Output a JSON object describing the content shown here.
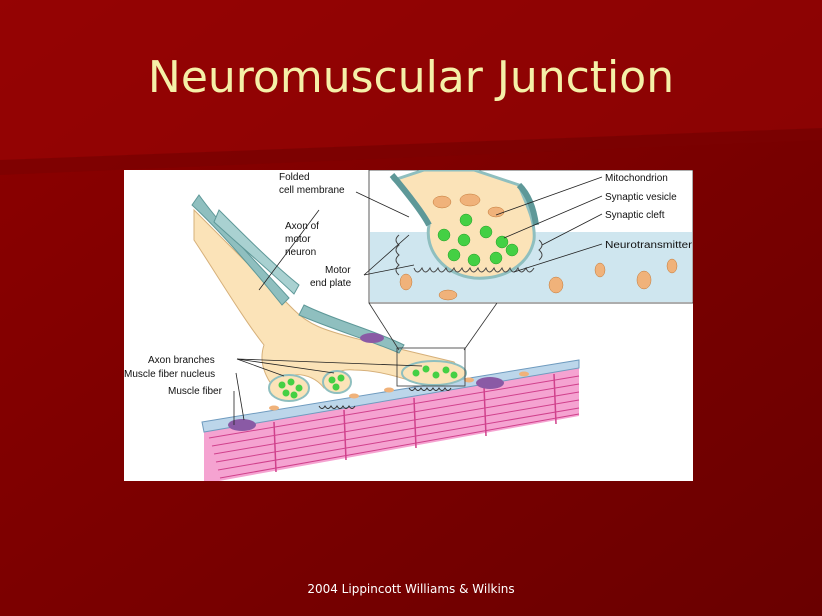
{
  "slide": {
    "title": "Neuromuscular Junction",
    "footer": "2004 Lippincott Williams & Wilkins"
  },
  "diagram": {
    "labels": {
      "folded_cell_membrane": [
        "Folded",
        "cell membrane"
      ],
      "axon_of_motor_neuron": [
        "Axon of",
        "motor",
        "neuron"
      ],
      "motor_end_plate": [
        "Motor",
        "end plate"
      ],
      "axon_branches": "Axon branches",
      "muscle_fiber_nucleus": "Muscle fiber nucleus",
      "muscle_fiber": "Muscle fiber",
      "mitochondrion": "Mitochondrion",
      "synaptic_vesicle": "Synaptic vesicle",
      "synaptic_cleft": "Synaptic cleft",
      "neurotransmitter": "Neurotransmitter"
    }
  },
  "colors": {
    "background": "#7a0000",
    "title": "#f5f0a8",
    "axon": "#fbe3b8",
    "myelin": "#8fbfbf",
    "vesicle": "#44d044",
    "muscle": "#f5a3d1",
    "muscle_line": "#d0418c",
    "cleft_fluid": "#cfe6ef",
    "nucleus": "#8a5aa5"
  }
}
